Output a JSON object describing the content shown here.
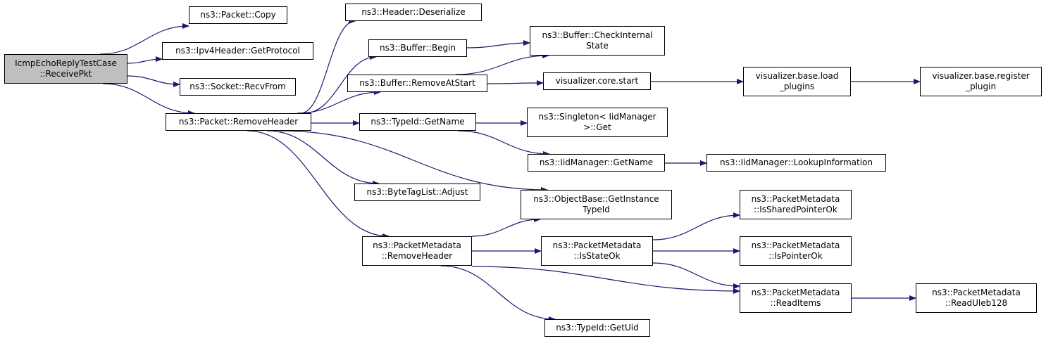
{
  "root": {
    "id": "root",
    "label": "IcmpEchoReplyTestCase\n::ReceivePkt"
  },
  "nodes": [
    {
      "id": "copy",
      "label": "ns3::Packet::Copy"
    },
    {
      "id": "getproto",
      "label": "ns3::Ipv4Header::GetProtocol"
    },
    {
      "id": "recvfrom",
      "label": "ns3::Socket::RecvFrom"
    },
    {
      "id": "removeheader",
      "label": "ns3::Packet::RemoveHeader"
    },
    {
      "id": "deserialize",
      "label": "ns3::Header::Deserialize"
    },
    {
      "id": "begin",
      "label": "ns3::Buffer::Begin"
    },
    {
      "id": "removeatstart",
      "label": "ns3::Buffer::RemoveAtStart"
    },
    {
      "id": "getname",
      "label": "ns3::TypeId::GetName"
    },
    {
      "id": "adjust",
      "label": "ns3::ByteTagList::Adjust"
    },
    {
      "id": "pmremove",
      "label": "ns3::PacketMetadata\n::RemoveHeader"
    },
    {
      "id": "checkinternal",
      "label": "ns3::Buffer::CheckInternal\nState"
    },
    {
      "id": "vizstart",
      "label": "visualizer.core.start"
    },
    {
      "id": "singleton",
      "label": "ns3::Singleton< IidManager\n>::Get"
    },
    {
      "id": "iidgetname",
      "label": "ns3::IidManager::GetName"
    },
    {
      "id": "instancetypeid",
      "label": "ns3::ObjectBase::GetInstance\nTypeId"
    },
    {
      "id": "isstateok",
      "label": "ns3::PacketMetadata\n::IsStateOk"
    },
    {
      "id": "getuid",
      "label": "ns3::TypeId::GetUid"
    },
    {
      "id": "loadplugins",
      "label": "visualizer.base.load\n_plugins"
    },
    {
      "id": "lookupinfo",
      "label": "ns3::IidManager::LookupInformation"
    },
    {
      "id": "issharedptr",
      "label": "ns3::PacketMetadata\n::IsSharedPointerOk"
    },
    {
      "id": "ispointerok",
      "label": "ns3::PacketMetadata\n::IsPointerOk"
    },
    {
      "id": "readitems",
      "label": "ns3::PacketMetadata\n::ReadItems"
    },
    {
      "id": "registerplugin",
      "label": "visualizer.base.register\n_plugin"
    },
    {
      "id": "readuleb",
      "label": "ns3::PacketMetadata\n::ReadUleb128"
    }
  ],
  "edges": [
    [
      "root",
      "copy"
    ],
    [
      "root",
      "getproto"
    ],
    [
      "root",
      "recvfrom"
    ],
    [
      "root",
      "removeheader"
    ],
    [
      "removeheader",
      "deserialize"
    ],
    [
      "removeheader",
      "begin"
    ],
    [
      "removeheader",
      "removeatstart"
    ],
    [
      "removeheader",
      "getname"
    ],
    [
      "removeheader",
      "instancetypeid"
    ],
    [
      "removeheader",
      "adjust"
    ],
    [
      "removeheader",
      "pmremove"
    ],
    [
      "begin",
      "checkinternal"
    ],
    [
      "removeatstart",
      "checkinternal"
    ],
    [
      "removeatstart",
      "vizstart"
    ],
    [
      "vizstart",
      "loadplugins"
    ],
    [
      "loadplugins",
      "registerplugin"
    ],
    [
      "getname",
      "singleton"
    ],
    [
      "getname",
      "iidgetname"
    ],
    [
      "iidgetname",
      "lookupinfo"
    ],
    [
      "pmremove",
      "instancetypeid"
    ],
    [
      "pmremove",
      "isstateok"
    ],
    [
      "pmremove",
      "readitems"
    ],
    [
      "pmremove",
      "getuid"
    ],
    [
      "isstateok",
      "issharedptr"
    ],
    [
      "isstateok",
      "ispointerok"
    ],
    [
      "isstateok",
      "readitems"
    ],
    [
      "readitems",
      "readuleb"
    ]
  ],
  "colors": {
    "edge": "#191970",
    "root_fill": "#bfbfbf",
    "node_border": "#000000"
  }
}
